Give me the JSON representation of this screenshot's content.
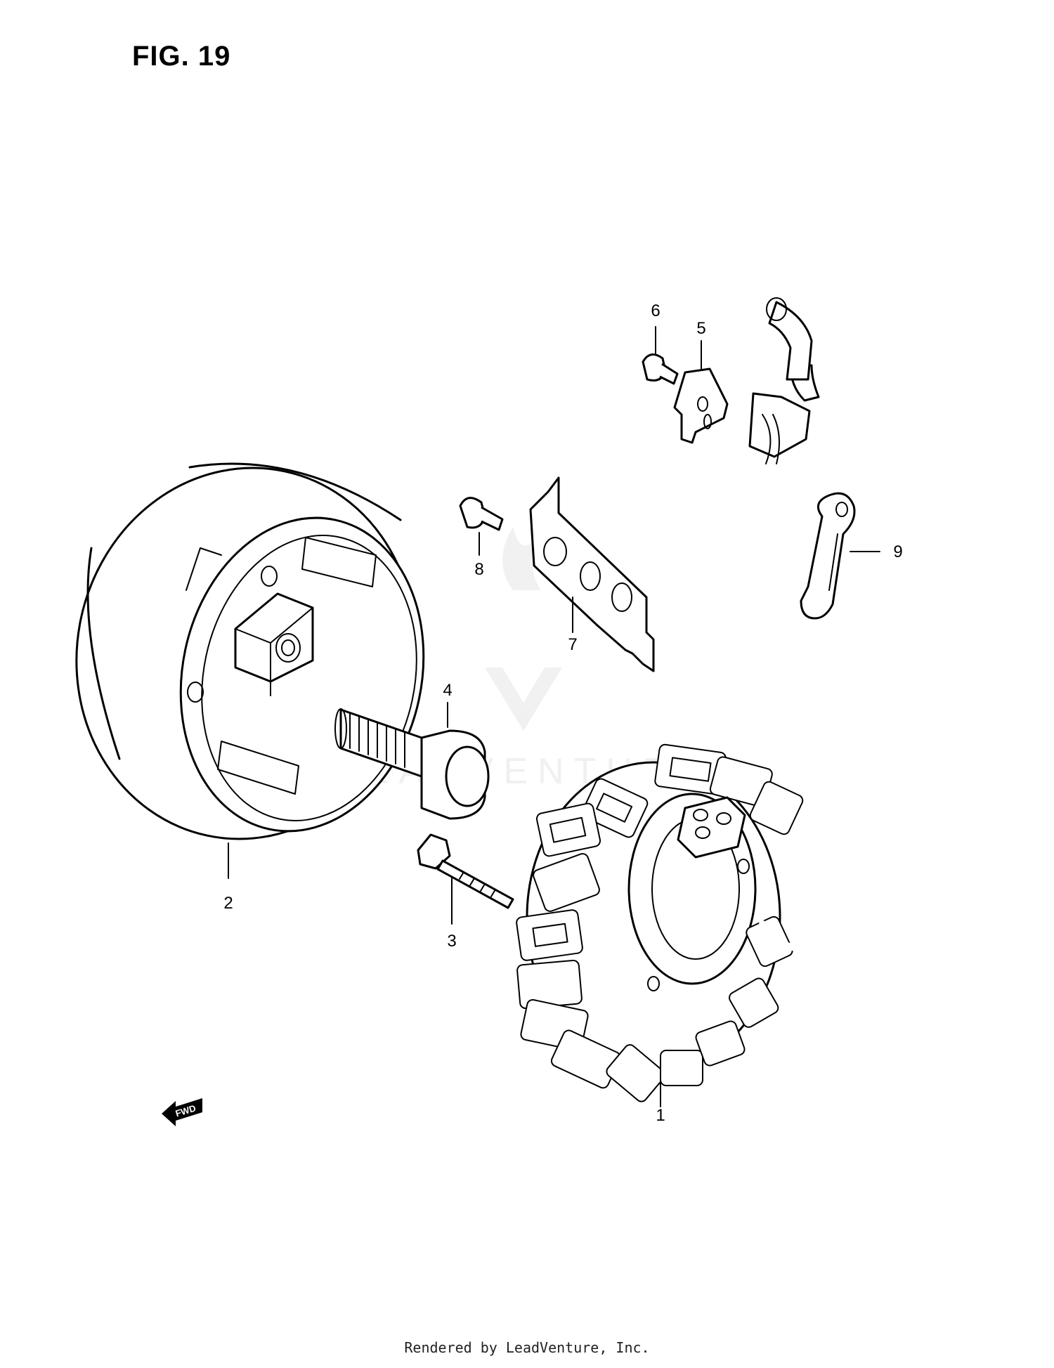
{
  "figure": {
    "title": "FIG. 19"
  },
  "callouts": [
    {
      "id": "1",
      "label": "1"
    },
    {
      "id": "2",
      "label": "2"
    },
    {
      "id": "3",
      "label": "3"
    },
    {
      "id": "4",
      "label": "4"
    },
    {
      "id": "5",
      "label": "5"
    },
    {
      "id": "6",
      "label": "6"
    },
    {
      "id": "7",
      "label": "7"
    },
    {
      "id": "8",
      "label": "8"
    },
    {
      "id": "9",
      "label": "9"
    }
  ],
  "direction_badge": {
    "label": "FWD"
  },
  "watermark": {
    "text": "LEADVENTURE"
  },
  "footer": {
    "text": "Rendered by LeadVenture, Inc."
  },
  "colors": {
    "line": "#000000",
    "background": "#ffffff",
    "watermark": "#e3e3e3"
  }
}
